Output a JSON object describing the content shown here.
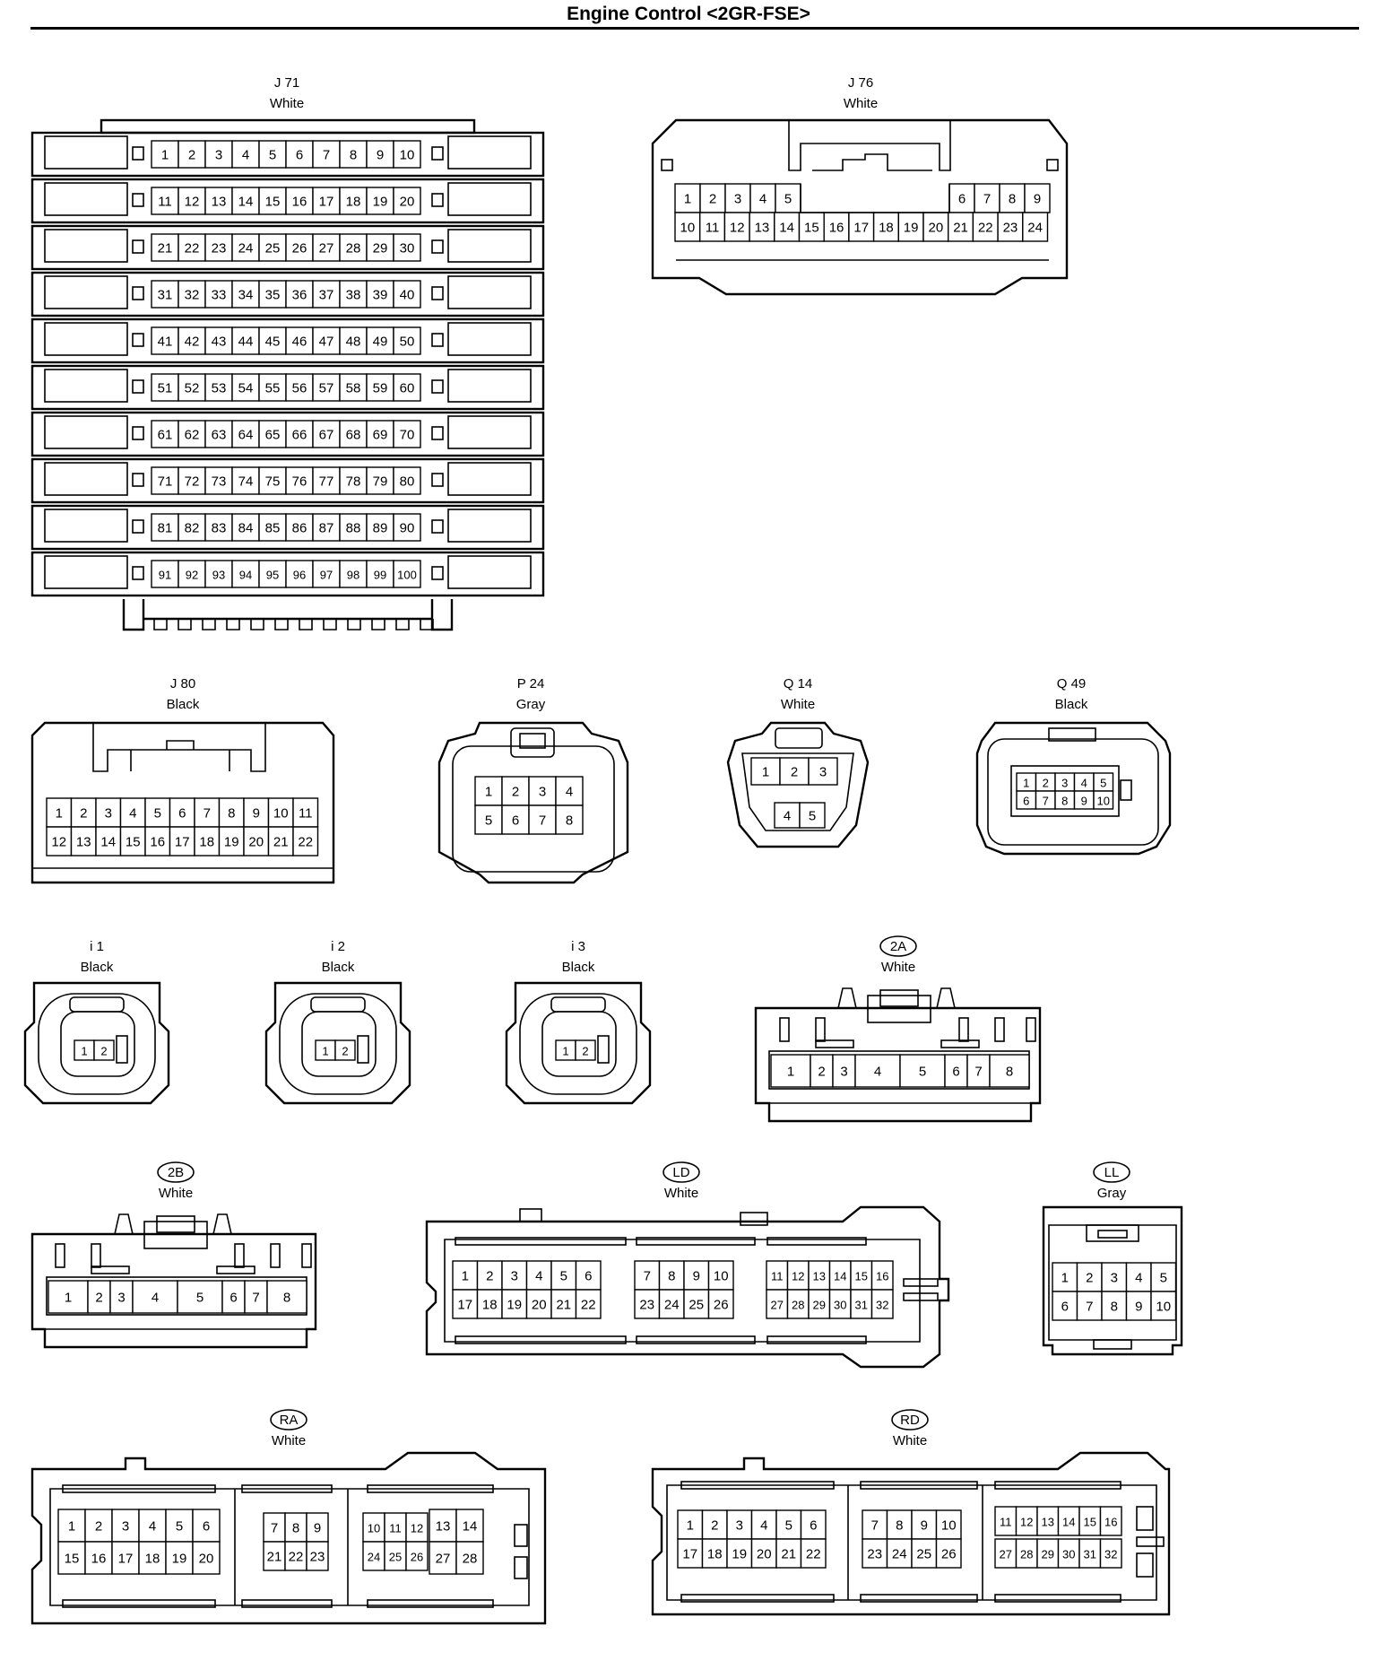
{
  "title": "Engine Control <2GR-FSE>",
  "connectors": [
    {
      "id": "J71",
      "name": "J 71",
      "circled": false,
      "color": "White"
    },
    {
      "id": "J76",
      "name": "J 76",
      "circled": false,
      "color": "White"
    },
    {
      "id": "J80",
      "name": "J 80",
      "circled": false,
      "color": "Black"
    },
    {
      "id": "P24",
      "name": "P 24",
      "circled": false,
      "color": "Gray"
    },
    {
      "id": "Q14",
      "name": "Q 14",
      "circled": false,
      "color": "White"
    },
    {
      "id": "Q49",
      "name": "Q 49",
      "circled": false,
      "color": "Black"
    },
    {
      "id": "i1",
      "name": "i 1",
      "circled": false,
      "color": "Black"
    },
    {
      "id": "i2",
      "name": "i 2",
      "circled": false,
      "color": "Black"
    },
    {
      "id": "i3",
      "name": "i 3",
      "circled": false,
      "color": "Black"
    },
    {
      "id": "2A",
      "name": "2A",
      "circled": true,
      "color": "White"
    },
    {
      "id": "2B",
      "name": "2B",
      "circled": true,
      "color": "White"
    },
    {
      "id": "LD",
      "name": "LD",
      "circled": true,
      "color": "White"
    },
    {
      "id": "LL",
      "name": "LL",
      "circled": true,
      "color": "Gray"
    },
    {
      "id": "RA",
      "name": "RA",
      "circled": true,
      "color": "White"
    },
    {
      "id": "RD",
      "name": "RD",
      "circled": true,
      "color": "White"
    }
  ]
}
